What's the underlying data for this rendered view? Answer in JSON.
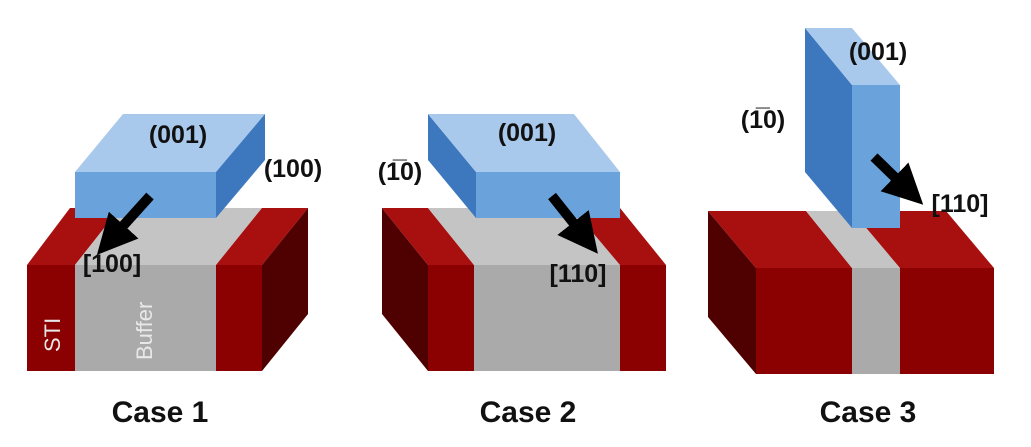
{
  "panels": [
    {
      "caption": "Case 1",
      "top_plane": "(001)",
      "side_plane": "(100)",
      "direction": "[100]",
      "region_labels": {
        "isolation": "STI",
        "channel": "Buffer"
      }
    },
    {
      "caption": "Case 2",
      "top_plane": "(001)",
      "side_plane": "(1̅0)",
      "direction": "[110]"
    },
    {
      "caption": "Case 3",
      "top_plane": "(001)",
      "side_plane": "(1̅0)",
      "direction": "[110]"
    }
  ],
  "colors": {
    "sti_front": "#8b0000",
    "sti_side": "#4f0000",
    "sti_top": "#a80f0f",
    "buffer_front": "#aaaaaa",
    "buffer_top": "#c4c4c4",
    "crystal_top": "#a9c9ec",
    "crystal_front": "#6aa3dc",
    "crystal_side": "#3d78be",
    "arrow": "#000000"
  }
}
